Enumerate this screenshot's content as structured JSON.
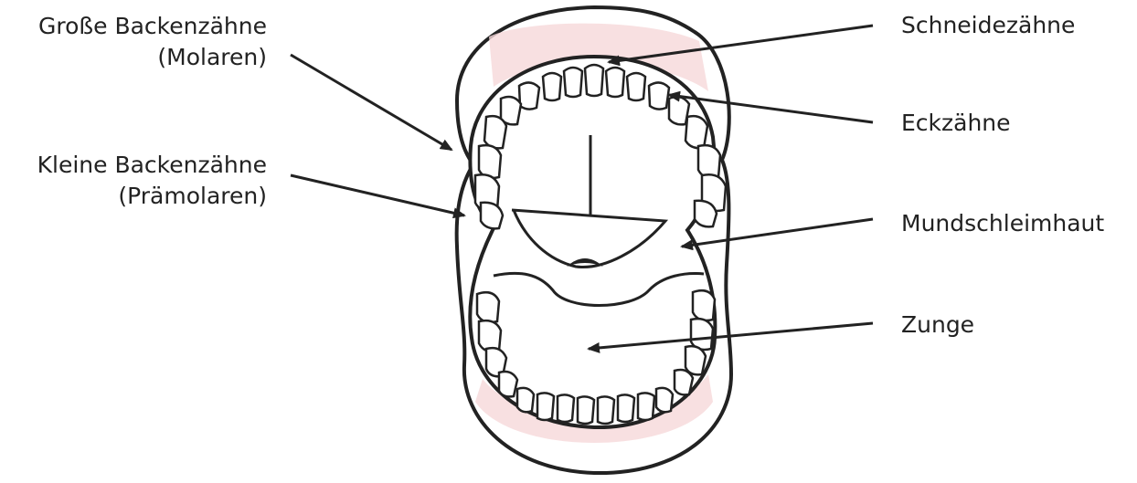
{
  "labels": {
    "molars": {
      "line1": "Große Backenzähne",
      "line2": "(Molaren)"
    },
    "premolars": {
      "line1": "Kleine Backenzähne",
      "line2": "(Prämolaren)"
    },
    "incisors": "Schneidezähne",
    "canines": "Eckzähne",
    "mucosa": "Mundschleimhaut",
    "tongue": "Zunge"
  },
  "colors": {
    "ink": "#222222",
    "gum_tint": "#e8a4a8",
    "background": "#ffffff"
  }
}
